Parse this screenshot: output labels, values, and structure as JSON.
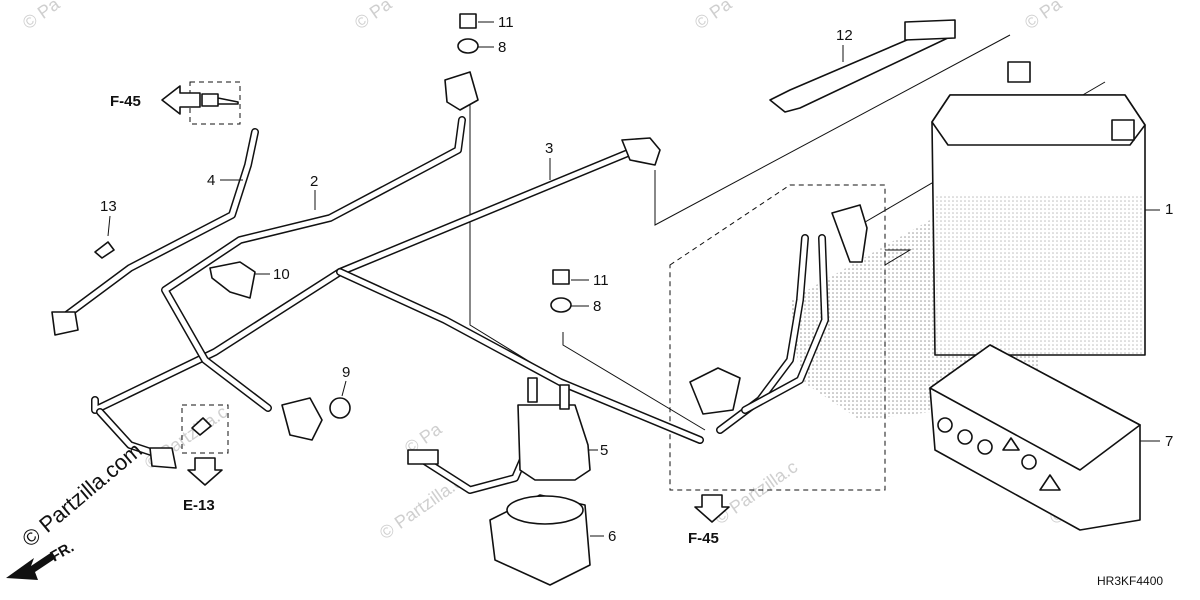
{
  "diagram": {
    "part_callouts": [
      "1",
      "2",
      "3",
      "4",
      "5",
      "6",
      "7",
      "8",
      "8",
      "9",
      "10",
      "11",
      "11",
      "12",
      "13"
    ],
    "reference_labels": {
      "f45_top": "F-45",
      "e13": "E-13",
      "f45_bottom": "F-45"
    },
    "direction_label": "FR.",
    "diagram_code": "HR3KF4400",
    "watermark": "© Partzilla.com",
    "watermark_short": "© Pa",
    "watermark_partial": "© Partzilla.c"
  }
}
